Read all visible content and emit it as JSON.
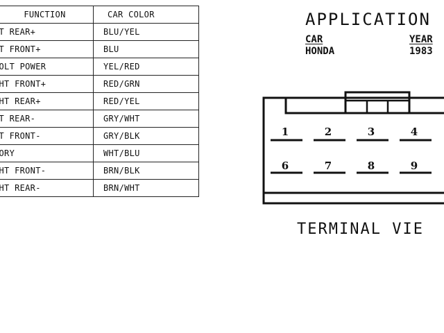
{
  "table": {
    "headers": {
      "function": "FUNCTION",
      "color": "CAR COLOR"
    },
    "rows": [
      {
        "function": "FT REAR+",
        "color": "BLU/YEL"
      },
      {
        "function": "FT FRONT+",
        "color": "BLU"
      },
      {
        "function": "VOLT POWER",
        "color": "YEL/RED"
      },
      {
        "function": "GHT FRONT+",
        "color": "RED/GRN"
      },
      {
        "function": "GHT REAR+",
        "color": "RED/YEL"
      },
      {
        "function": "FT REAR-",
        "color": "GRY/WHT"
      },
      {
        "function": "FT FRONT-",
        "color": "GRY/BLK"
      },
      {
        "function": "IORY",
        "color": "WHT/BLU"
      },
      {
        "function": "GHT FRONT-",
        "color": "BRN/BLK"
      },
      {
        "function": "GHT REAR-",
        "color": "BRN/WHT"
      }
    ]
  },
  "application": {
    "title": "APPLICATION",
    "car_label": "CAR",
    "car_value": "HONDA",
    "year_label": "YEAR",
    "year_value": "1983"
  },
  "connector": {
    "top_row": [
      "1",
      "2",
      "3",
      "4"
    ],
    "bottom_row": [
      "6",
      "7",
      "8",
      "9"
    ],
    "caption": "TERMINAL VIE"
  }
}
